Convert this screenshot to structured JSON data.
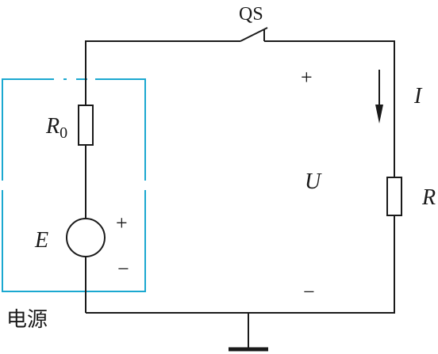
{
  "switch": {
    "label": "QS"
  },
  "internal_resistor": {
    "label": "R",
    "subscript": "0"
  },
  "source": {
    "label": "E",
    "plus": "+",
    "minus": "−"
  },
  "load": {
    "label": "R"
  },
  "voltage": {
    "label": "U",
    "plus": "+",
    "minus": "−"
  },
  "current": {
    "label": "I"
  },
  "source_box": {
    "label": "电源",
    "color": "#1ba8d0"
  }
}
